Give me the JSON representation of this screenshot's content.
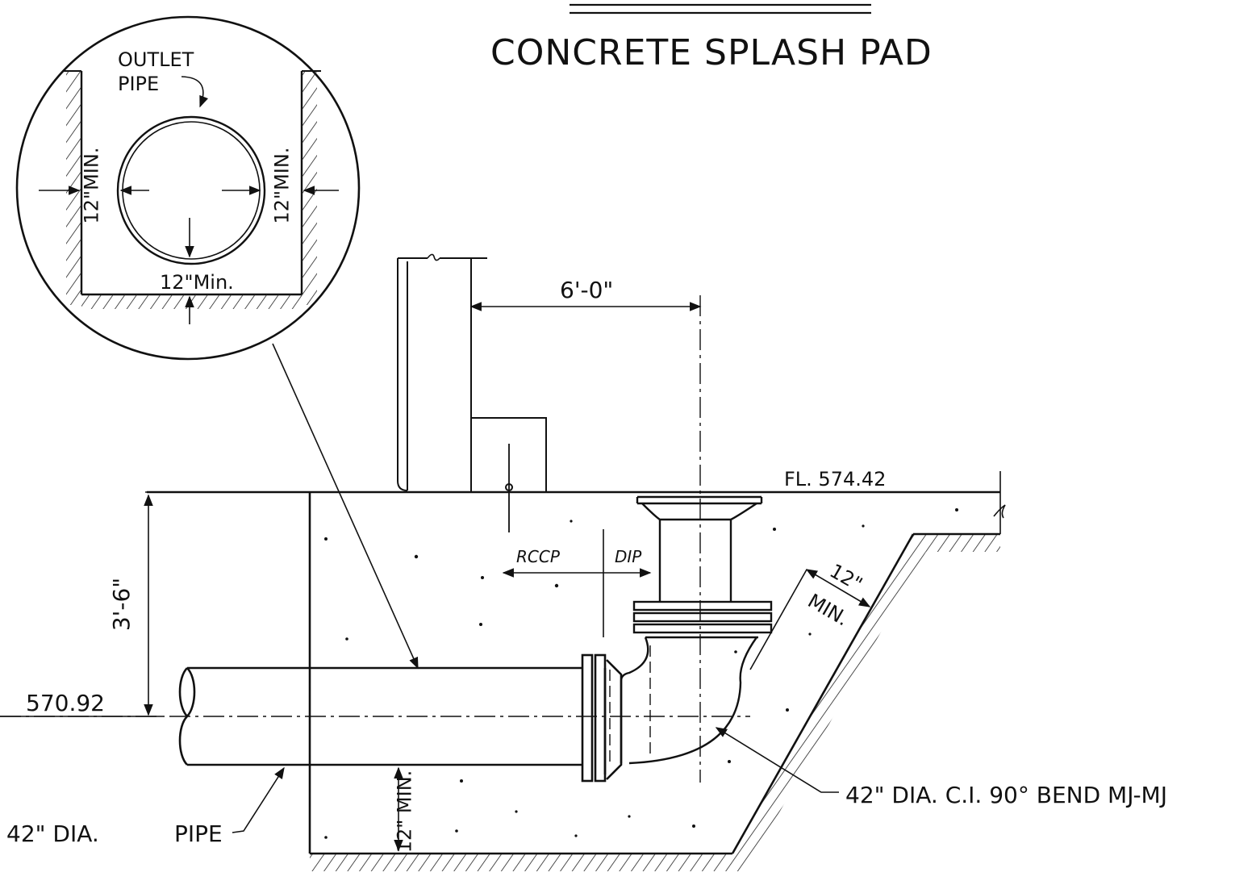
{
  "title": "CONCRETE SPLASH PAD",
  "detail": {
    "outlet_pipe_line1": "OUTLET",
    "outlet_pipe_line2": "PIPE",
    "left_clearance": "12\"MIN.",
    "right_clearance": "12\"MIN.",
    "bottom_clearance": "12\"Min."
  },
  "dimensions": {
    "horizontal": "6'-0\"",
    "vertical": "3'-6\"",
    "slope_min_top": "12\"",
    "slope_min_bottom": "MIN.",
    "bottom_min": "12\" MIN."
  },
  "elevations": {
    "flow_line": "FL. 574.42",
    "invert": "570.92"
  },
  "materials": {
    "rccp": "RCCP",
    "dip": "DIP"
  },
  "callouts": {
    "bend": "42\" DIA. C.I. 90° BEND MJ-MJ",
    "pipe_dia": "42\" DIA.",
    "pipe": "PIPE"
  }
}
